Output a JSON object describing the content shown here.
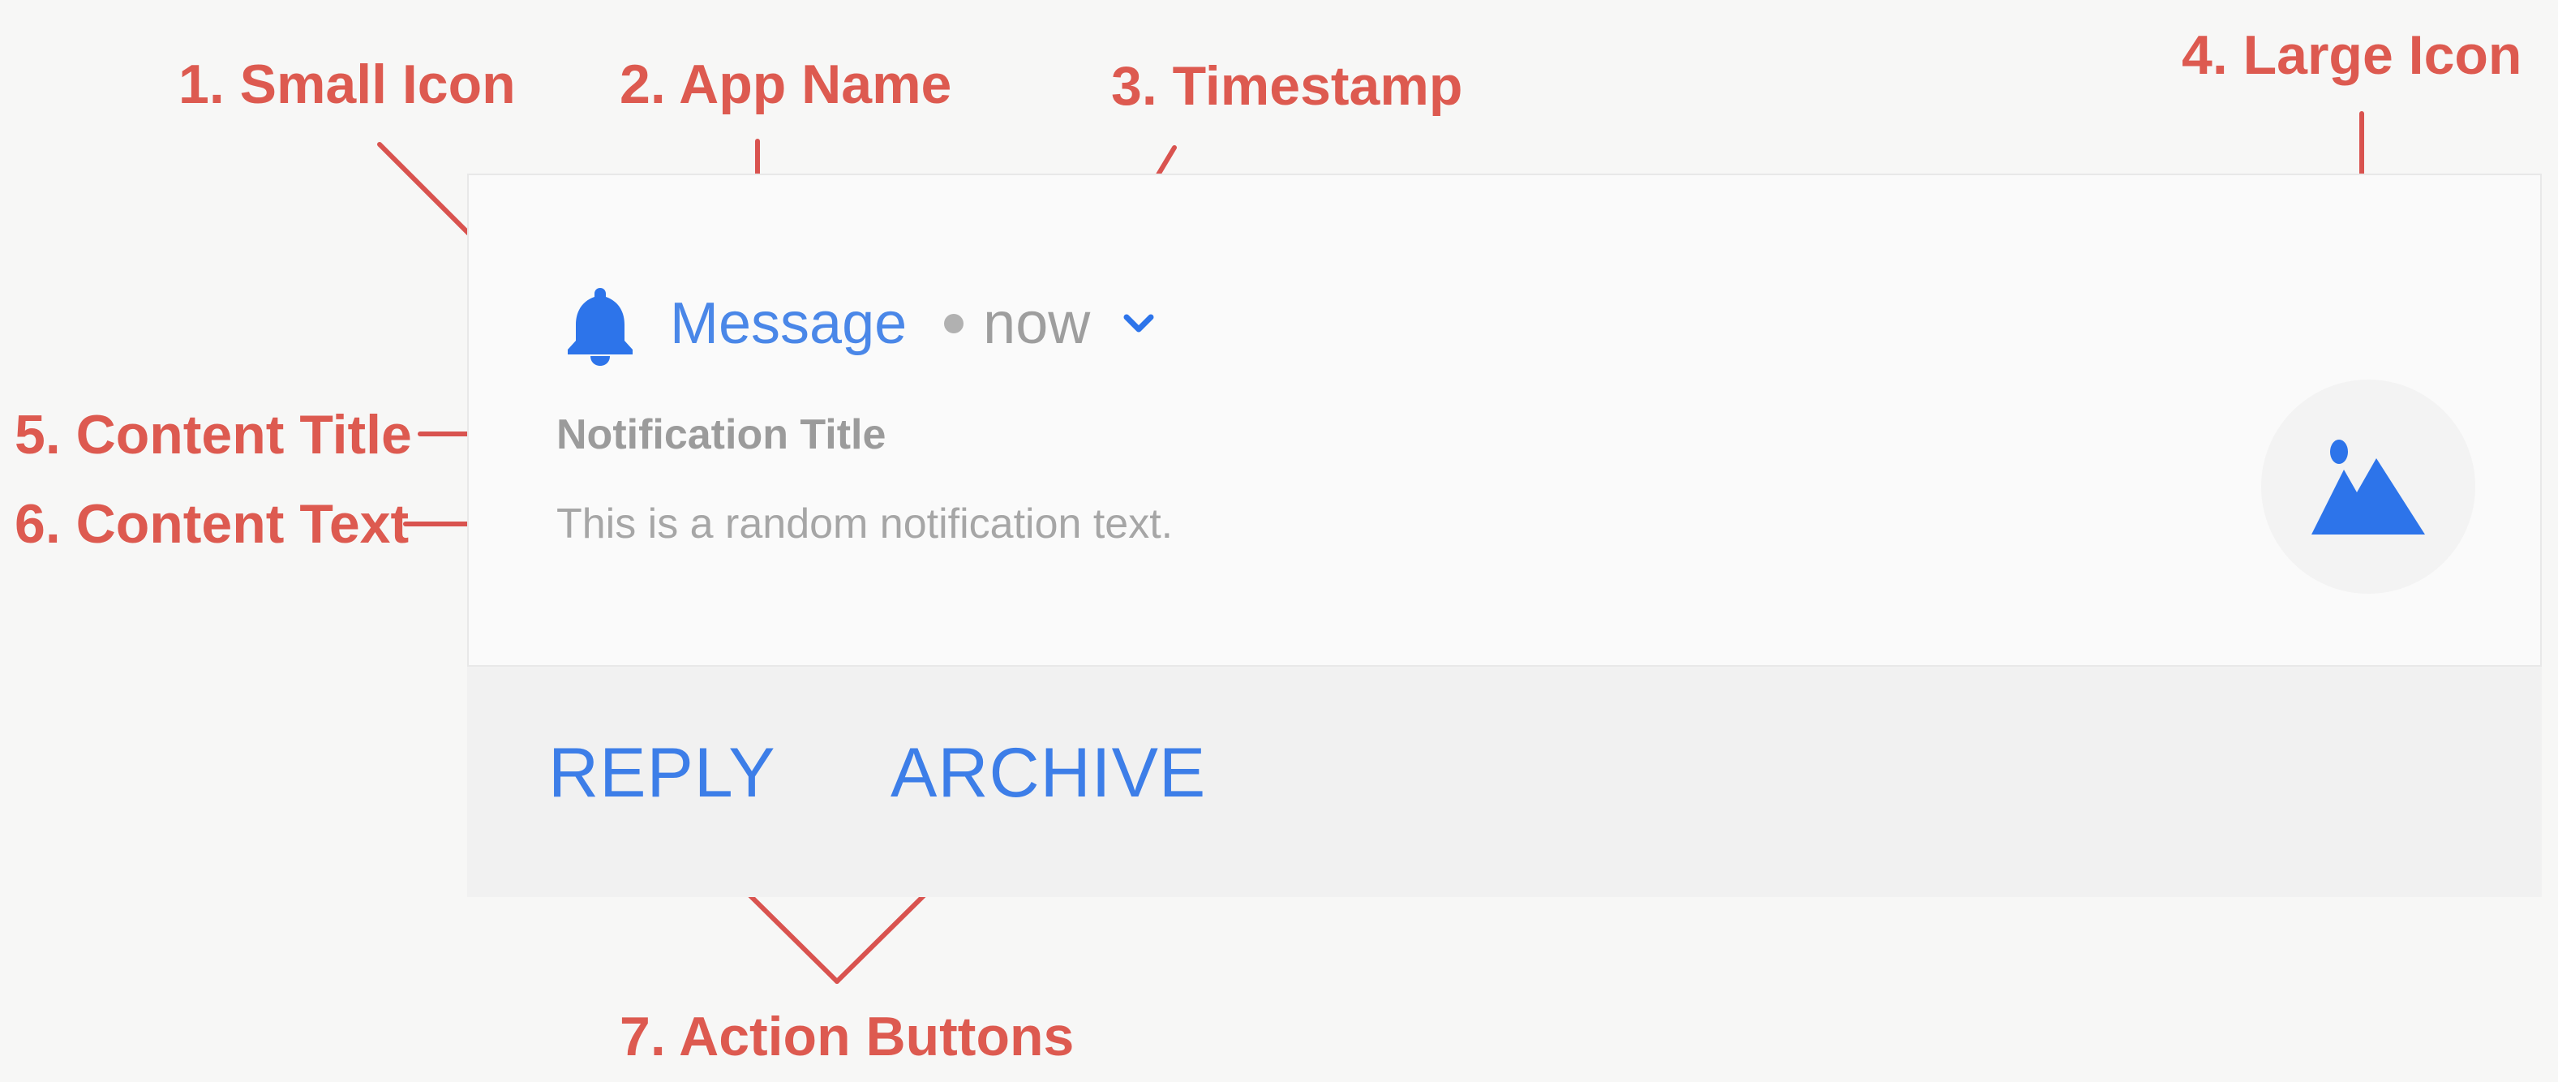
{
  "callouts": {
    "small_icon": "1. Small Icon",
    "app_name": "2. App Name",
    "timestamp": "3. Timestamp",
    "large_icon": "4. Large Icon",
    "content_title": "5. Content Title",
    "content_text": "6. Content Text",
    "action_buttons": "7. Action Buttons"
  },
  "notification": {
    "app_name": "Message",
    "timestamp": "now",
    "title": "Notification Title",
    "text": "This is a random notification text.",
    "small_icon": "bell-icon",
    "expand_icon": "chevron-down-icon",
    "large_icon": "image-icon",
    "actions": {
      "reply": "REPLY",
      "archive": "ARCHIVE"
    }
  },
  "colors": {
    "accent_blue": "#4a87e8",
    "callout_red": "#dd5a50"
  }
}
